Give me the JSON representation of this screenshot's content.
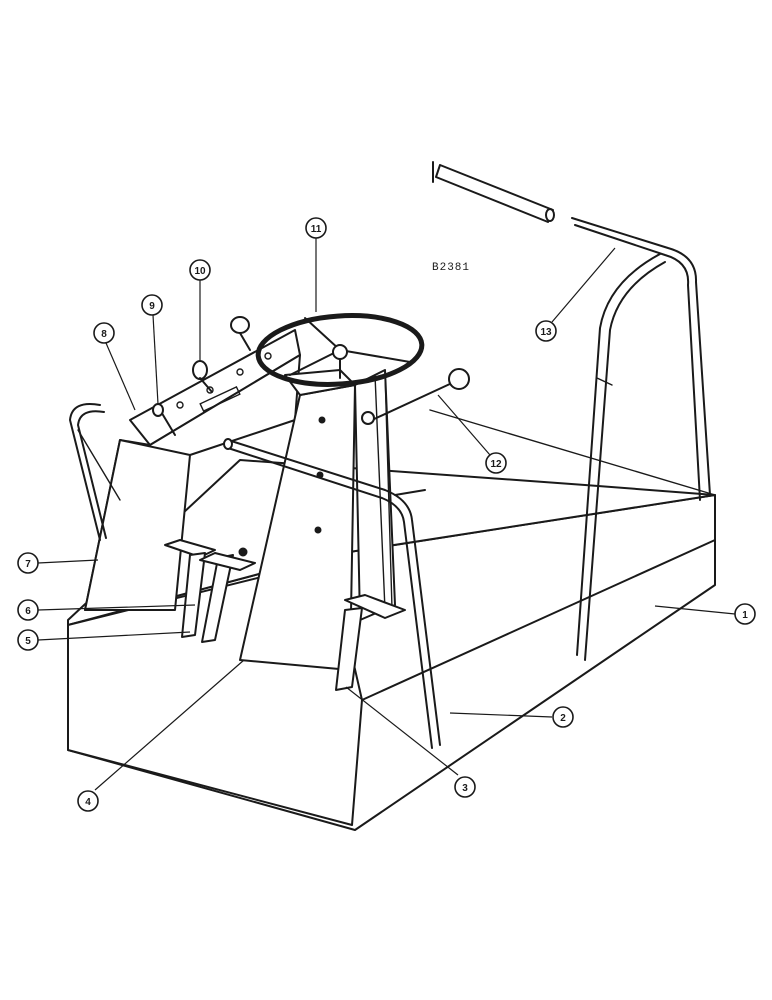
{
  "drawing": {
    "code": "B2381",
    "callouts": [
      {
        "label": "1"
      },
      {
        "label": "2"
      },
      {
        "label": "3"
      },
      {
        "label": "4"
      },
      {
        "label": "5"
      },
      {
        "label": "6"
      },
      {
        "label": "7"
      },
      {
        "label": "8"
      },
      {
        "label": "9"
      },
      {
        "label": "10"
      },
      {
        "label": "11"
      },
      {
        "label": "12"
      },
      {
        "label": "13"
      }
    ]
  }
}
